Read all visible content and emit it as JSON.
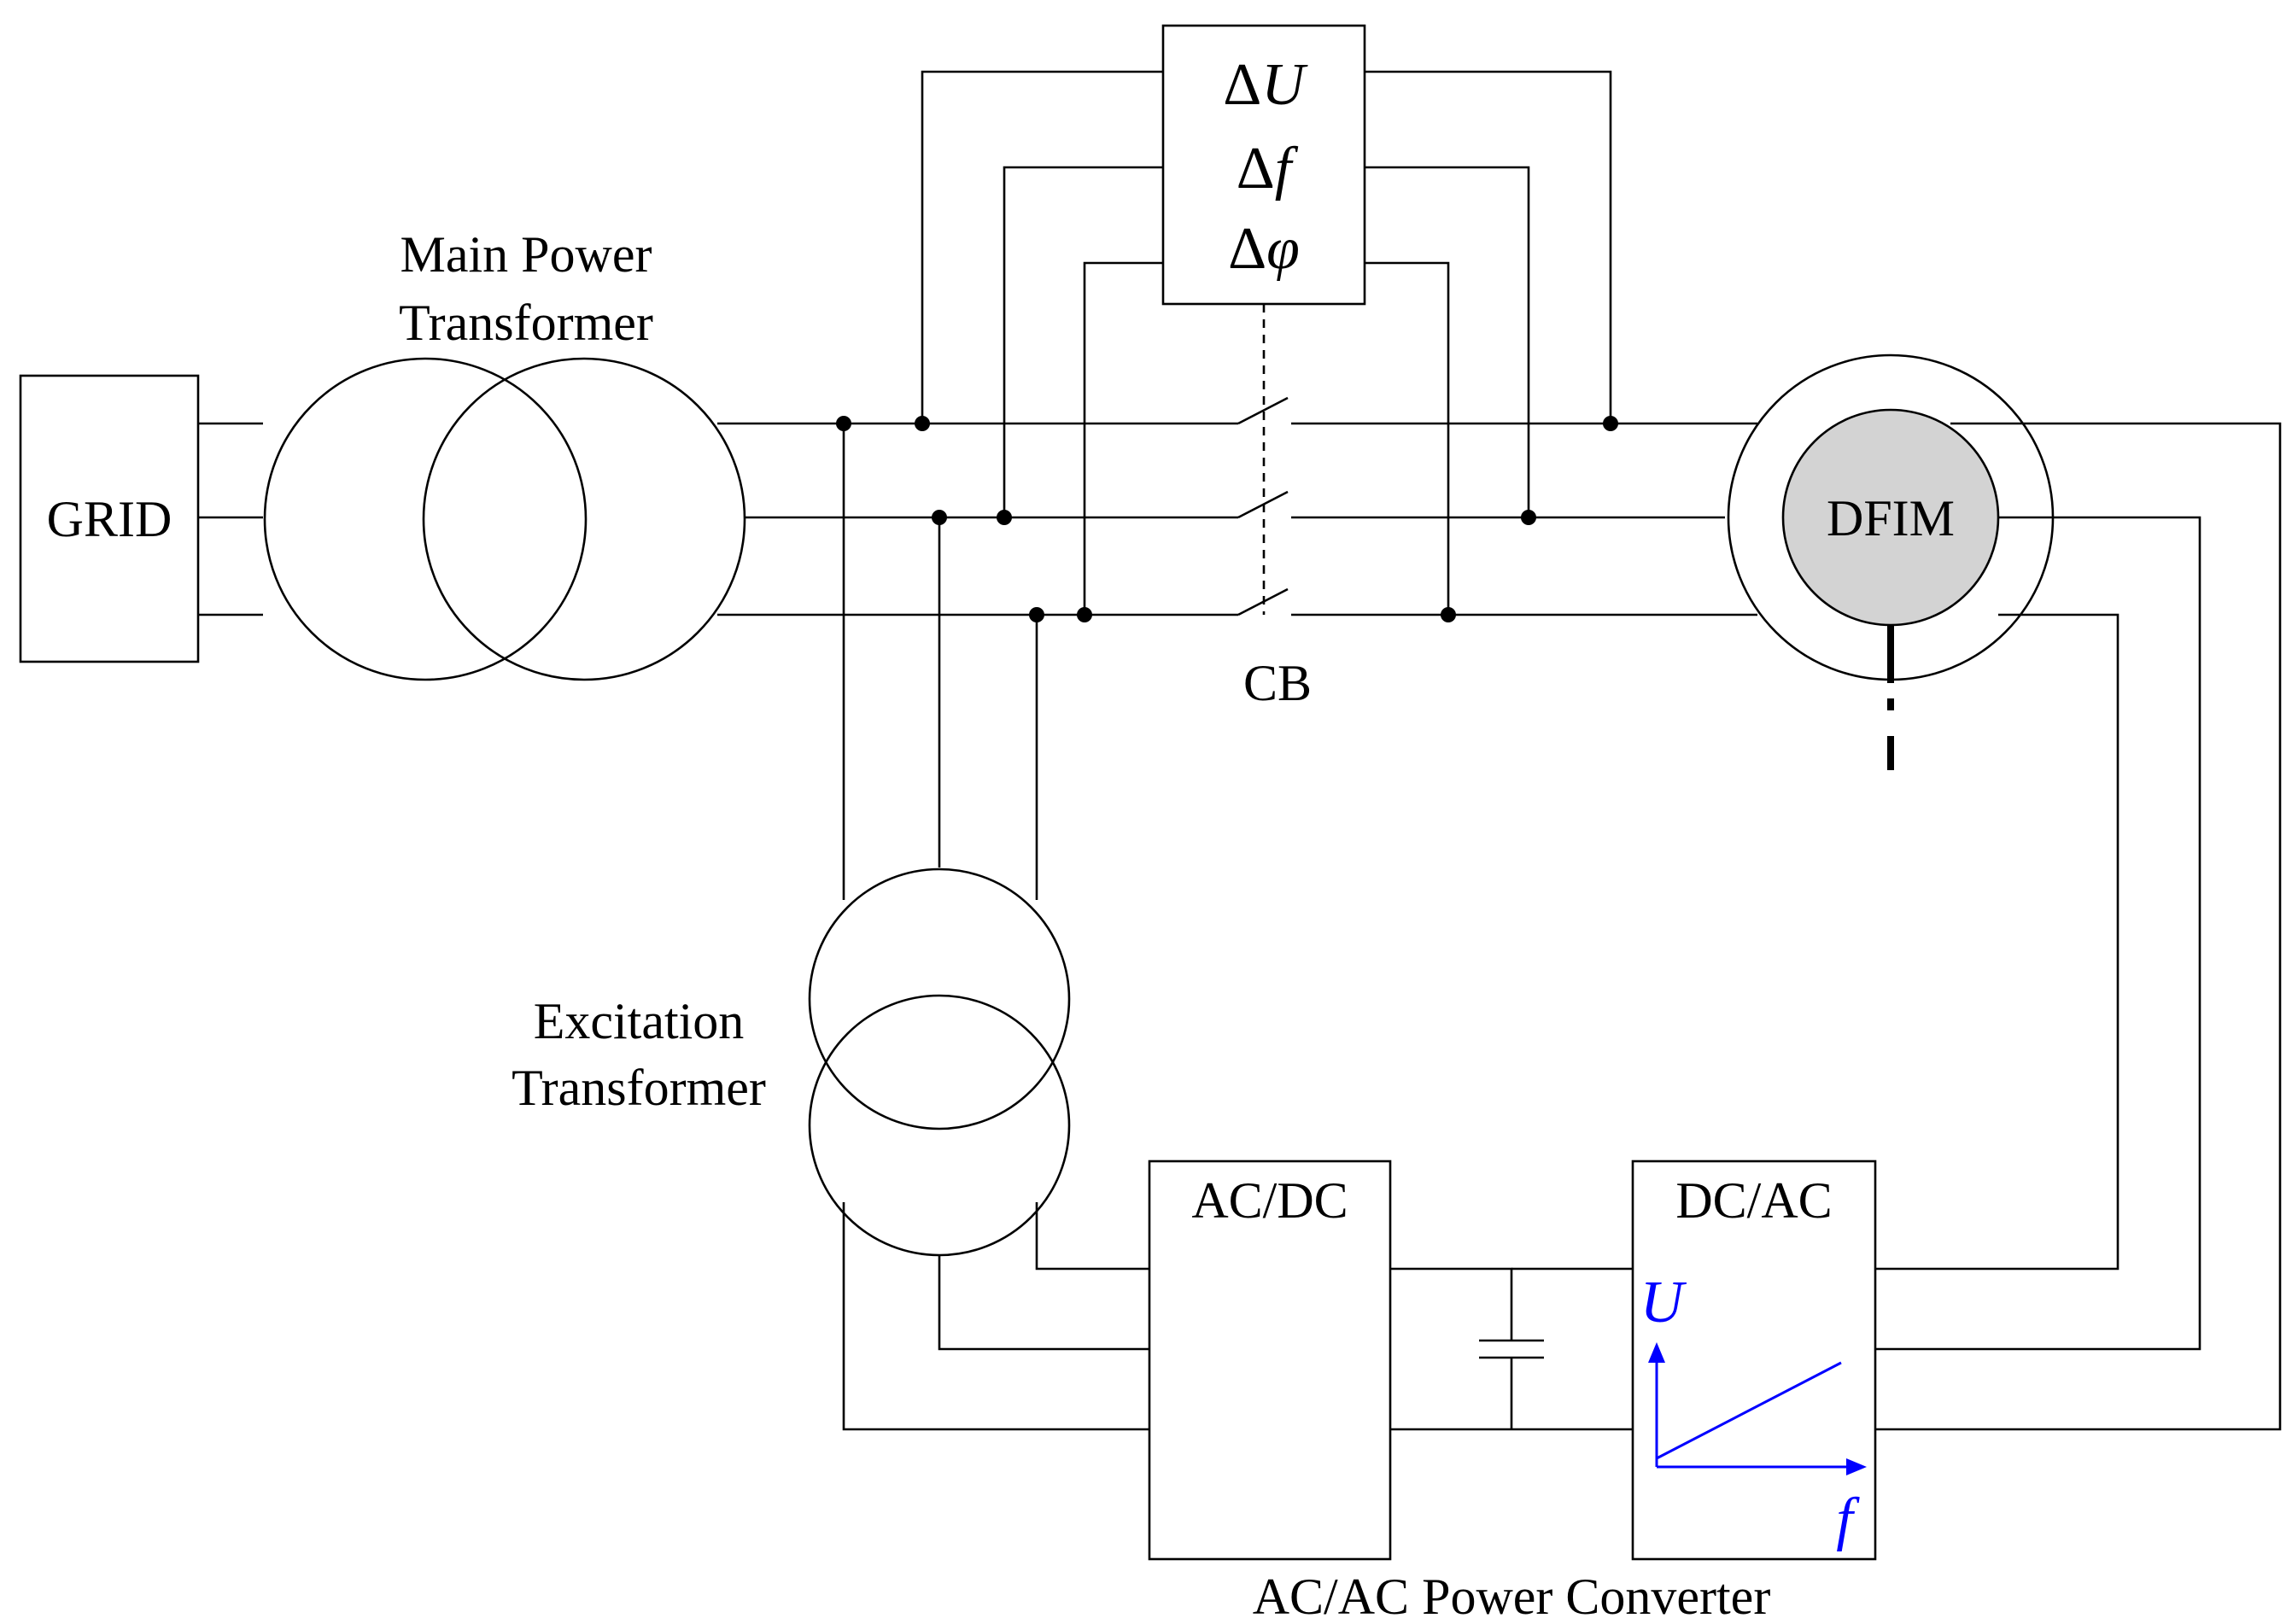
{
  "labels": {
    "grid": "GRID",
    "main_transformer_line1": "Main Power",
    "main_transformer_line2": "Transformer",
    "controller_line1_delta": "Δ",
    "controller_line1_var": "U",
    "controller_line2_delta": "Δ",
    "controller_line2_var": "f",
    "controller_line3_delta": "Δ",
    "controller_line3_var": "φ",
    "breaker": "CB",
    "machine": "DFIM",
    "excitation_line1": "Excitation",
    "excitation_line2": "Transformer",
    "rectifier": "AC/DC",
    "inverter": "DC/AC",
    "converter": "AC/AC Power Converter",
    "uf_y_axis": "U",
    "uf_x_axis": "f"
  },
  "colors": {
    "line": "#000000",
    "machine_fill": "#d3d3d3",
    "uf_curve": "#0000ff"
  }
}
